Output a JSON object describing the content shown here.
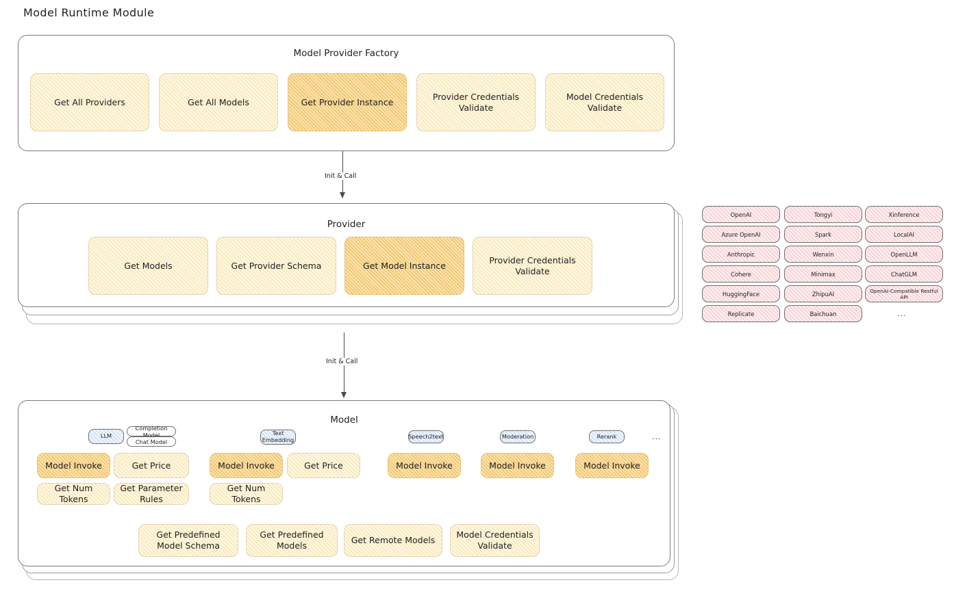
{
  "page": {
    "title": "Model Runtime Module"
  },
  "arrows": [
    {
      "label": "Init & Call"
    },
    {
      "label": "Init & Call"
    }
  ],
  "factory": {
    "title": "Model Provider Factory",
    "ops": [
      {
        "label": "Get All Providers",
        "highlight": false
      },
      {
        "label": "Get All Models",
        "highlight": false
      },
      {
        "label": "Get Provider Instance",
        "highlight": true
      },
      {
        "label": "Provider Credentials Validate",
        "highlight": false
      },
      {
        "label": "Model Credentials Validate",
        "highlight": false
      }
    ]
  },
  "provider": {
    "title": "Provider",
    "ops": [
      {
        "label": "Get Models",
        "highlight": false
      },
      {
        "label": "Get Provider Schema",
        "highlight": false
      },
      {
        "label": "Get Model Instance",
        "highlight": true
      },
      {
        "label": "Provider Credentials Validate",
        "highlight": false
      }
    ]
  },
  "provider_list": {
    "columns": [
      [
        "OpenAI",
        "Azure OpenAI",
        "Anthropic",
        "Cohere",
        "HuggingFace",
        "Replicate"
      ],
      [
        "Tongyi",
        "Spark",
        "Wenxin",
        "Minimax",
        "ZhipuAI",
        "Baichuan"
      ],
      [
        "Xinference",
        "LocalAI",
        "OpenLLM",
        "ChatGLM",
        "OpenAI-Compatible Restful API"
      ]
    ],
    "more": "..."
  },
  "model": {
    "title": "Model",
    "more": "...",
    "types": [
      {
        "tag": "LLM",
        "subtags": [
          "Completion Model",
          "Chat Model"
        ],
        "ops": [
          {
            "label": "Model Invoke",
            "highlight": true
          },
          {
            "label": "Get Price",
            "highlight": false
          },
          {
            "label": "Get Num Tokens",
            "highlight": false
          },
          {
            "label": "Get Parameter Rules",
            "highlight": false
          }
        ]
      },
      {
        "tag": "Text Embedding",
        "subtags": [],
        "ops": [
          {
            "label": "Model Invoke",
            "highlight": true
          },
          {
            "label": "Get Price",
            "highlight": false
          },
          {
            "label": "Get Num Tokens",
            "highlight": false
          }
        ]
      },
      {
        "tag": "Speech2text",
        "subtags": [],
        "ops": [
          {
            "label": "Model Invoke",
            "highlight": true
          }
        ]
      },
      {
        "tag": "Moderation",
        "subtags": [],
        "ops": [
          {
            "label": "Model Invoke",
            "highlight": true
          }
        ]
      },
      {
        "tag": "Rerank",
        "subtags": [],
        "ops": [
          {
            "label": "Model Invoke",
            "highlight": true
          }
        ]
      }
    ],
    "common_ops": [
      {
        "label": "Get Predefined Model Schema"
      },
      {
        "label": "Get Predefined Models"
      },
      {
        "label": "Get Remote Models"
      },
      {
        "label": "Model Credentials Validate"
      }
    ]
  },
  "colors": {
    "op_fill": "#fdf6e0",
    "op_fill_highlight": "#fbe2ad",
    "chip_fill": "#fdeced",
    "tag_fill": "#eef4fc",
    "stroke": "#7a7a7a"
  }
}
